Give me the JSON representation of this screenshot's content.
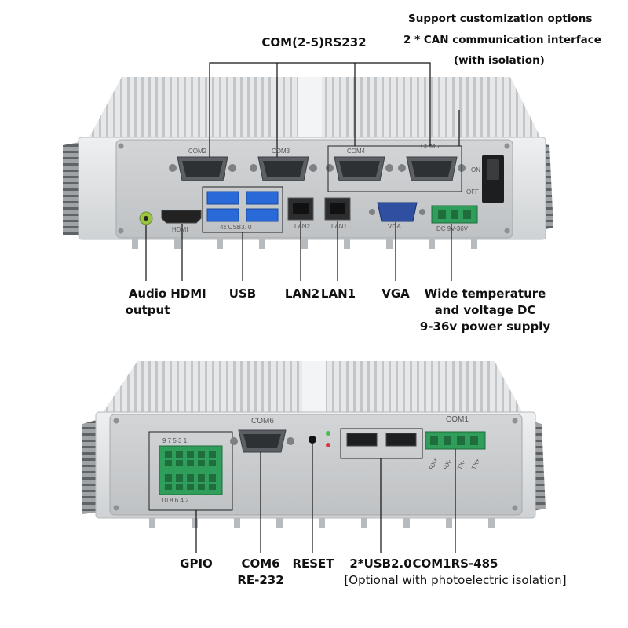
{
  "colors": {
    "chassis": "#d9dbdd",
    "panel": "#c9cbcd",
    "fins": "#e4e6e8",
    "callout_line": "#111111",
    "usb3_blue": "#2a6ad8",
    "terminal_green": "#2f9e5b",
    "led_green": "#3fbf4f",
    "led_red": "#d73a3a",
    "audio_green": "#9bc440"
  },
  "top_view": {
    "header_right": {
      "line1": "Support customization options",
      "line2": "2 * CAN communication interface",
      "line3": "(with isolation)"
    },
    "com_group_label": "COM(2-5)RS232",
    "panel_silk": {
      "com2": "COM2",
      "com3": "COM3",
      "com4": "COM4",
      "com5": "COM5",
      "usb": "4x  USB3. 0",
      "hdmi": "HDMI",
      "lan2": "LAN2",
      "lan1": "LAN1",
      "vga": "VGA",
      "dc": "DC  9V-36V",
      "on": "ON",
      "off": "OFF"
    },
    "labels": {
      "audio_line1": "Audio",
      "audio_line2": "output",
      "hdmi": "HDMI",
      "usb": "USB",
      "lan2": "LAN2",
      "lan1": "LAN1",
      "vga": "VGA",
      "power_line1": "Wide temperature",
      "power_line2": "and voltage DC",
      "power_line3": "9-36v power supply"
    }
  },
  "bottom_view": {
    "panel_silk": {
      "com6": "COM6",
      "com1": "COM1",
      "gpio_top": "9  7  5  3  1",
      "gpio_bottom": "10  8  6  4  2",
      "rx_plus": "RX+",
      "rx_minus": "RX-",
      "tx_minus": "TX-",
      "tx_plus": "TX+"
    },
    "labels": {
      "gpio": "GPIO",
      "com6_line1": "COM6",
      "com6_line2": "RE-232",
      "reset": "RESET",
      "usb2": "2*USB2.0",
      "com1": "COM1RS-485",
      "optional": "[Optional with photoelectric isolation]"
    }
  }
}
